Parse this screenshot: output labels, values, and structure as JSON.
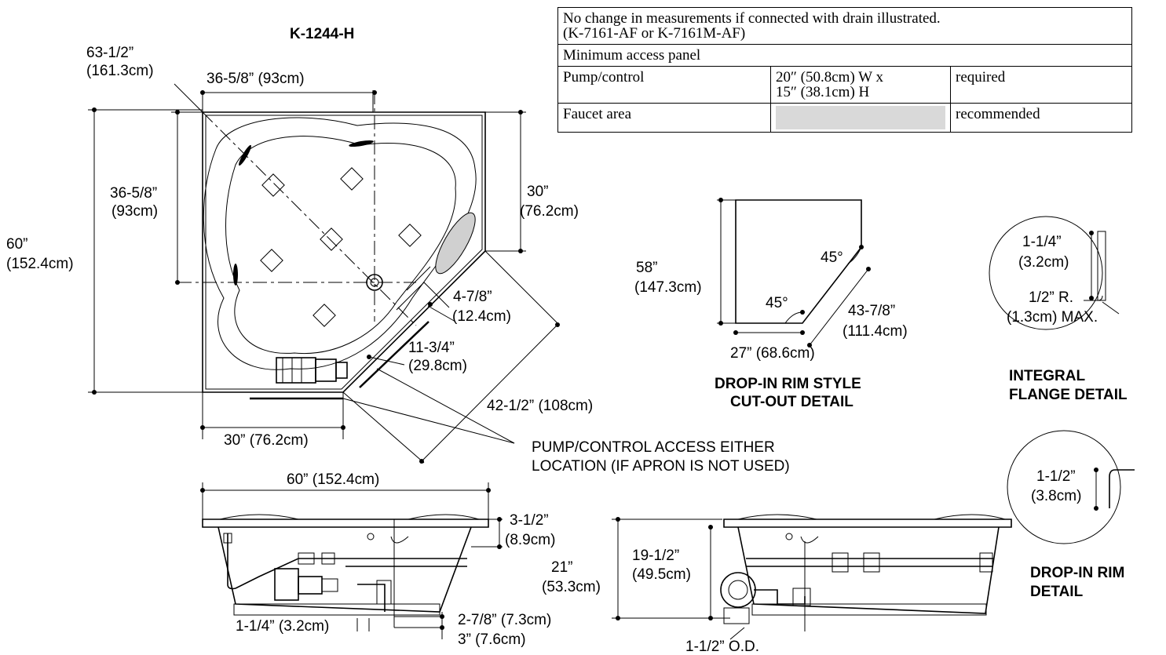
{
  "title": "K-1244-H",
  "table": {
    "note_line1": "No change in measurements if connected with drain illustrated.",
    "note_line2": "(K-7161-AF or K-7161M-AF)",
    "min_access": "Minimum access panel",
    "rows": [
      {
        "label": "Pump/control",
        "size_line1": "20″ (50.8cm) W x",
        "size_line2": "15″ (38.1cm) H",
        "status": "required"
      },
      {
        "label": "Faucet area",
        "size_line1": "",
        "size_line2": "",
        "status": "recommended"
      }
    ]
  },
  "dims": {
    "diag_in": "63-1/2”",
    "diag_cm": "(161.3cm)",
    "top_width": "36-5/8” (93cm)",
    "left_in": "36-5/8”",
    "left_cm": "(93cm)",
    "outer_in": "60”",
    "outer_cm": "(152.4cm)",
    "right_in": "30”",
    "right_cm": "(76.2cm)",
    "bottom_width": "30” (76.2cm)",
    "angle_a_in": "4-7/8”",
    "angle_a_cm": "(12.4cm)",
    "angle_b_in": "11-3/4”",
    "angle_b_cm": "(29.8cm)",
    "angle_len": "42-1/2” (108cm)"
  },
  "access_note_1": "PUMP/CONTROL ACCESS EITHER",
  "access_note_2": "LOCATION (IF APRON IS NOT USED)",
  "cutout": {
    "height_in": "58”",
    "height_cm": "(147.3cm)",
    "angle1": "45°",
    "angle2": "45°",
    "diag_in": "43-7/8”",
    "diag_cm": "(111.4cm)",
    "width": "27” (68.6cm)",
    "caption1": "DROP-IN RIM STYLE",
    "caption2": "CUT-OUT DETAIL"
  },
  "flange": {
    "d1_in": "1-1/4”",
    "d1_cm": "(3.2cm)",
    "r_in": "1/2” R.",
    "r_cm": "(1.3cm) MAX.",
    "caption1": "INTEGRAL",
    "caption2": "FLANGE DETAIL"
  },
  "droprim": {
    "d_in": "1-1/2”",
    "d_cm": "(3.8cm)",
    "caption1": "DROP-IN RIM",
    "caption2": "DETAIL"
  },
  "front": {
    "width": "60” (152.4cm)",
    "rim_in": "3-1/2”",
    "rim_cm": "(8.9cm)",
    "h_in": "21”",
    "h_cm": "(53.3cm)",
    "d1": "2-7/8” (7.3cm)",
    "d2": "3” (7.6cm)",
    "d3": "1-1/4” (3.2cm)"
  },
  "side": {
    "h_in": "19-1/2”",
    "h_cm": "(49.5cm)",
    "od": "1-1/2” O.D."
  }
}
